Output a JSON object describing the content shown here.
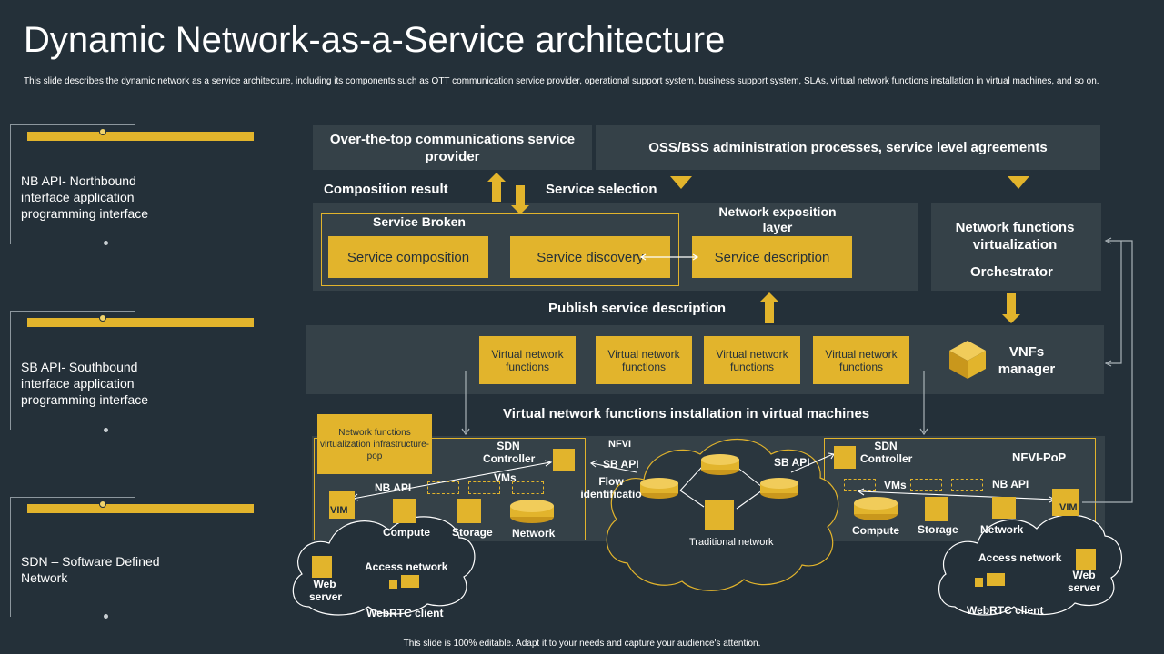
{
  "title": "Dynamic Network-as-a-Service architecture",
  "subtitle": "This slide describes the dynamic network as a service architecture, including its components such as OTT communication service provider, operational support system, business support system, SLAs, virtual network functions installation in virtual machines, and so on.",
  "footer": "This slide is 100% editable. Adapt it to your needs and capture your audience's attention.",
  "colors": {
    "background": "#243039",
    "panel": "#354148",
    "accent": "#e2b42c"
  },
  "sidebar": [
    {
      "label": "NB API- Northbound interface application programming interface"
    },
    {
      "label": "SB API- Southbound interface application programming interface"
    },
    {
      "label": "SDN – Software Defined Network"
    }
  ],
  "diagram": {
    "ott": "Over-the-top communications service provider",
    "oss": "OSS/BSS administration processes, service level agreements",
    "composition_result": "Composition result",
    "service_selection": "Service selection",
    "service_broken": "Service Broken",
    "network_exposition": "Network exposition layer",
    "service_composition": "Service composition",
    "service_discovery": "Service discovery",
    "service_description": "Service description",
    "nfv": "Network functions virtualization",
    "orchestrator": "Orchestrator",
    "publish": "Publish service description",
    "vnf_boxes": [
      "Virtual network functions",
      "Virtual network functions",
      "Virtual network functions",
      "Virtual network functions"
    ],
    "vnfs_manager": "VNFs manager",
    "vnf_install": "Virtual network functions installation in virtual machines",
    "nfvi_pop_box": "Network functions virtualization infrastructure-pop",
    "left": {
      "sdn_controller": "SDN Controller",
      "vms": "VMs",
      "nb_api": "NB API",
      "vim": "VIM",
      "compute": "Compute",
      "storage": "Storage",
      "network": "Network",
      "access_network": "Access network",
      "web_server": "Web server",
      "webrtc": "WebRTC client"
    },
    "middle": {
      "nfvi": "NFVI",
      "sb_api_left": "SB API",
      "sb_api_right": "SB API",
      "flow": "Flow identificatio",
      "traditional": "Traditional network"
    },
    "right": {
      "sdn_controller": "SDN Controller",
      "nfvi_pop": "NFVI-PoP",
      "vms": "VMs",
      "nb_api": "NB API",
      "vim": "VIM",
      "compute": "Compute",
      "storage": "Storage",
      "network": "Network",
      "access_network": "Access network",
      "web_server": "Web server",
      "webrtc": "WebRTC client"
    }
  },
  "icons": [
    "router-icon",
    "server-icon",
    "database-icon",
    "cube-icon",
    "computer-icon",
    "vim-icon"
  ]
}
